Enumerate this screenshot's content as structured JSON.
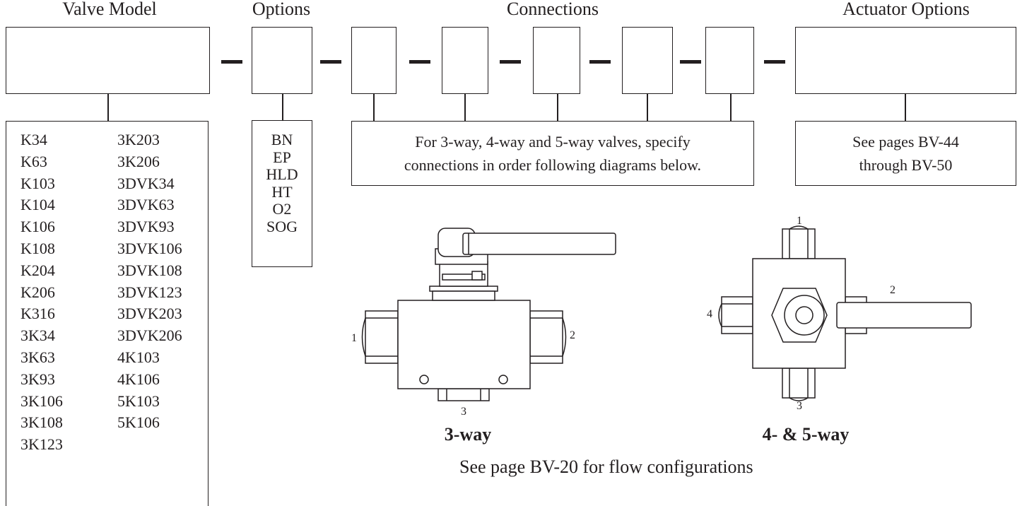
{
  "headers": {
    "valve_model": "Valve Model",
    "options": "Options",
    "connections": "Connections",
    "actuator_options": "Actuator Options"
  },
  "valve_models": {
    "col1": [
      "K34",
      "K63",
      "K103",
      "K104",
      "K106",
      "K108",
      "K204",
      "K206",
      "K316",
      "3K34",
      "3K63",
      "3K93",
      "3K106",
      "3K108",
      "3K123"
    ],
    "col2": [
      "3K203",
      "3K206",
      "3DVK34",
      "3DVK63",
      "3DVK93",
      "3DVK106",
      "3DVK108",
      "3DVK123",
      "3DVK203",
      "3DVK206",
      "4K103",
      "4K106",
      "5K103",
      "5K106"
    ]
  },
  "options": [
    "BN",
    "EP",
    "HLD",
    "HT",
    "O2",
    "SOG"
  ],
  "connections_note": {
    "line1": "For 3-way, 4-way and 5-way valves, specify",
    "line2": "connections in order following diagrams below."
  },
  "actuator_note": {
    "line1": "See pages BV-44",
    "line2": "through BV-50"
  },
  "diagram_3way": {
    "label": "3-way",
    "ports": {
      "p1": "1",
      "p2": "2",
      "p3": "3"
    }
  },
  "diagram_45way": {
    "label": "4- & 5-way",
    "ports": {
      "p1": "1",
      "p2": "2",
      "p3": "3",
      "p4": "4"
    }
  },
  "footer": "See page BV-20 for flow configurations"
}
